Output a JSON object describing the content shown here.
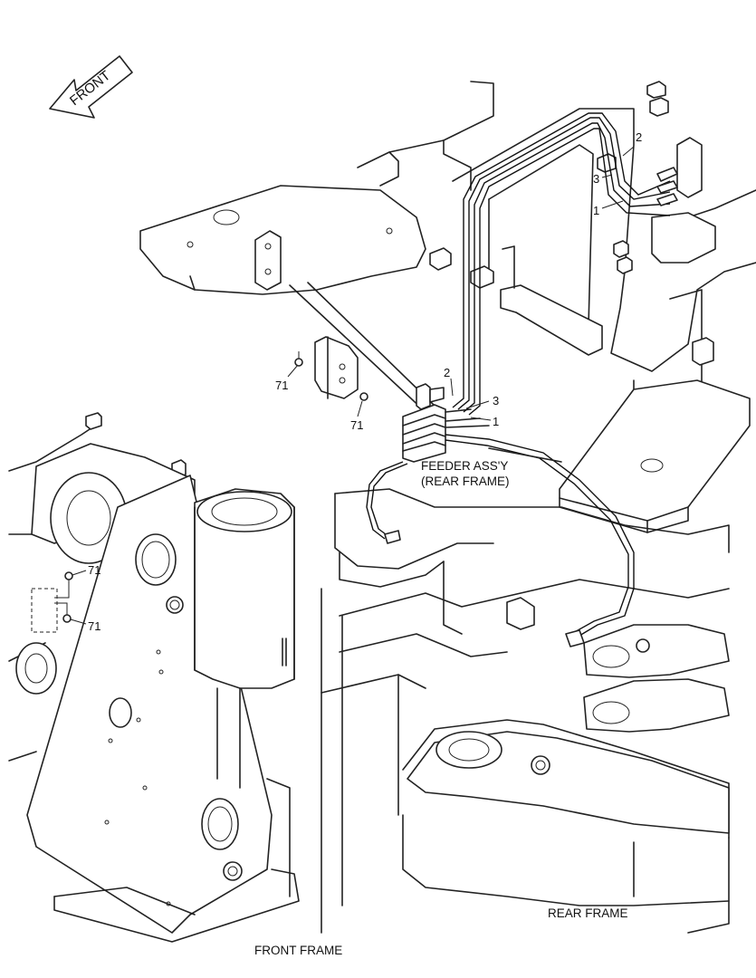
{
  "direction_arrow": {
    "label": "FRONT"
  },
  "part_numbers": {
    "hose_1_top": "1",
    "hose_2_top": "2",
    "hose_3_top": "3",
    "hose_1_mid": "1",
    "hose_2_mid": "2",
    "hose_3_mid": "3",
    "bolt_71_a": "71",
    "bolt_71_b": "71",
    "bolt_71_c": "71",
    "bolt_71_d": "71"
  },
  "callouts": {
    "feeder_line1": "FEEDER ASS'Y",
    "feeder_line2": "(REAR FRAME)",
    "rear_frame": "REAR FRAME",
    "front_frame": "FRONT FRAME"
  }
}
